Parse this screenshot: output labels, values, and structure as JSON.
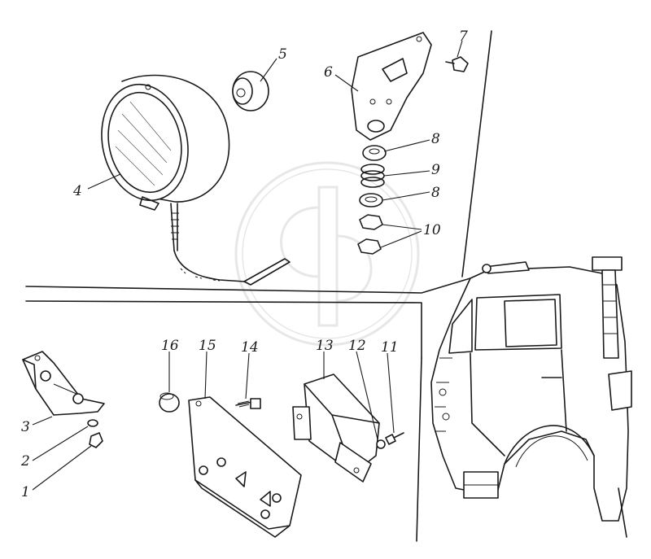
{
  "diagram": {
    "parts": [
      {
        "id": "1"
      },
      {
        "id": "2"
      },
      {
        "id": "3"
      },
      {
        "id": "4"
      },
      {
        "id": "5"
      },
      {
        "id": "6"
      },
      {
        "id": "7"
      },
      {
        "id": "8"
      },
      {
        "id": "9"
      },
      {
        "id": "8"
      },
      {
        "id": "10"
      },
      {
        "id": "11"
      },
      {
        "id": "12"
      },
      {
        "id": "13"
      },
      {
        "id": "14"
      },
      {
        "id": "15"
      },
      {
        "id": "16"
      }
    ]
  },
  "colors": {
    "line": "#1a1a1a",
    "watermark": "#c8c8c8",
    "background": "#ffffff"
  }
}
